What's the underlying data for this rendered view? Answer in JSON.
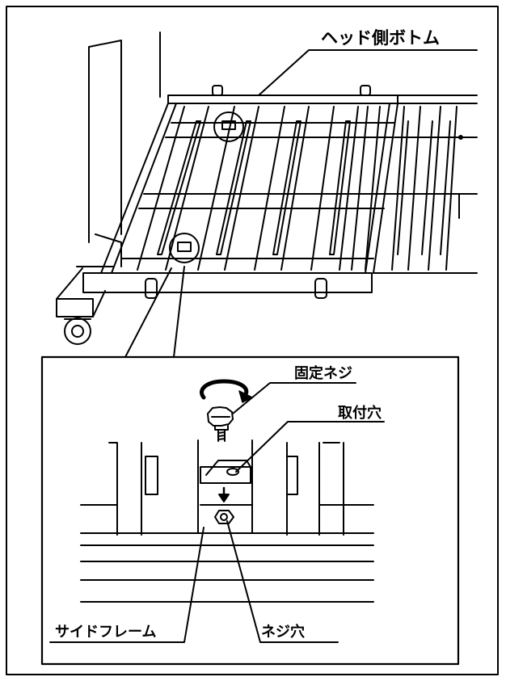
{
  "labels": {
    "head_side_bottom": "ヘッド側ボトム",
    "fixing_screw": "固定ネジ",
    "mounting_hole": "取付穴",
    "side_frame": "サイドフレーム",
    "screw_hole": "ネジ穴"
  },
  "colors": {
    "line": "#000000",
    "background": "#ffffff"
  }
}
